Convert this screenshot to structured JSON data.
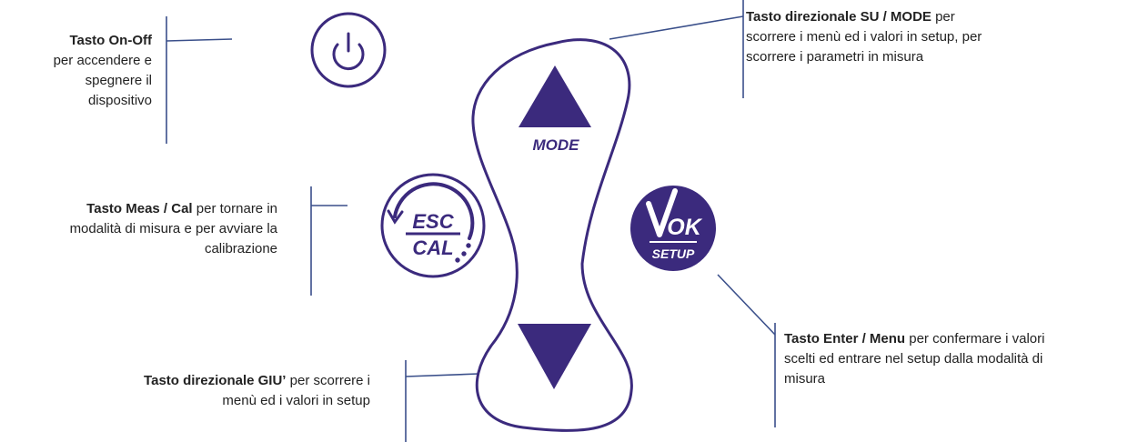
{
  "colors": {
    "accent": "#3b2a7d",
    "line": "#3a4f8a",
    "text": "#222222"
  },
  "buttons": {
    "power": {
      "icon": "power-icon"
    },
    "esc_cal": {
      "top": "ESC",
      "bottom": "CAL",
      "icon": "esc-cal-icon"
    },
    "mode": {
      "label": "MODE",
      "icon": "triangle-up-icon"
    },
    "down": {
      "icon": "triangle-down-icon"
    },
    "ok_setup": {
      "top": "OK",
      "bottom": "SETUP",
      "icon": "check-icon"
    }
  },
  "labels": {
    "on_off": {
      "title": "Tasto On-Off",
      "lines": [
        "per accendere e",
        "spegnere il",
        "dispositivo"
      ]
    },
    "meas_cal": {
      "title": "Tasto Meas / Cal",
      "first_rest": " per tornare in",
      "lines": [
        "modalità di misura e per avviare la",
        "calibrazione"
      ]
    },
    "giu": {
      "title": "Tasto direzionale GIU’",
      "first_rest": " per scorrere i",
      "lines": [
        "menù ed i valori in setup"
      ]
    },
    "su_mode": {
      "title": "Tasto direzionale SU / MODE",
      "first_rest": " per",
      "lines": [
        "scorrere i menù ed i valori in setup, per",
        "scorrere i parametri in misura"
      ]
    },
    "enter_menu": {
      "title": "Tasto Enter / Menu",
      "first_rest": " per confermare i valori",
      "lines": [
        "scelti ed entrare nel setup dalla modalità di",
        "misura"
      ]
    }
  }
}
